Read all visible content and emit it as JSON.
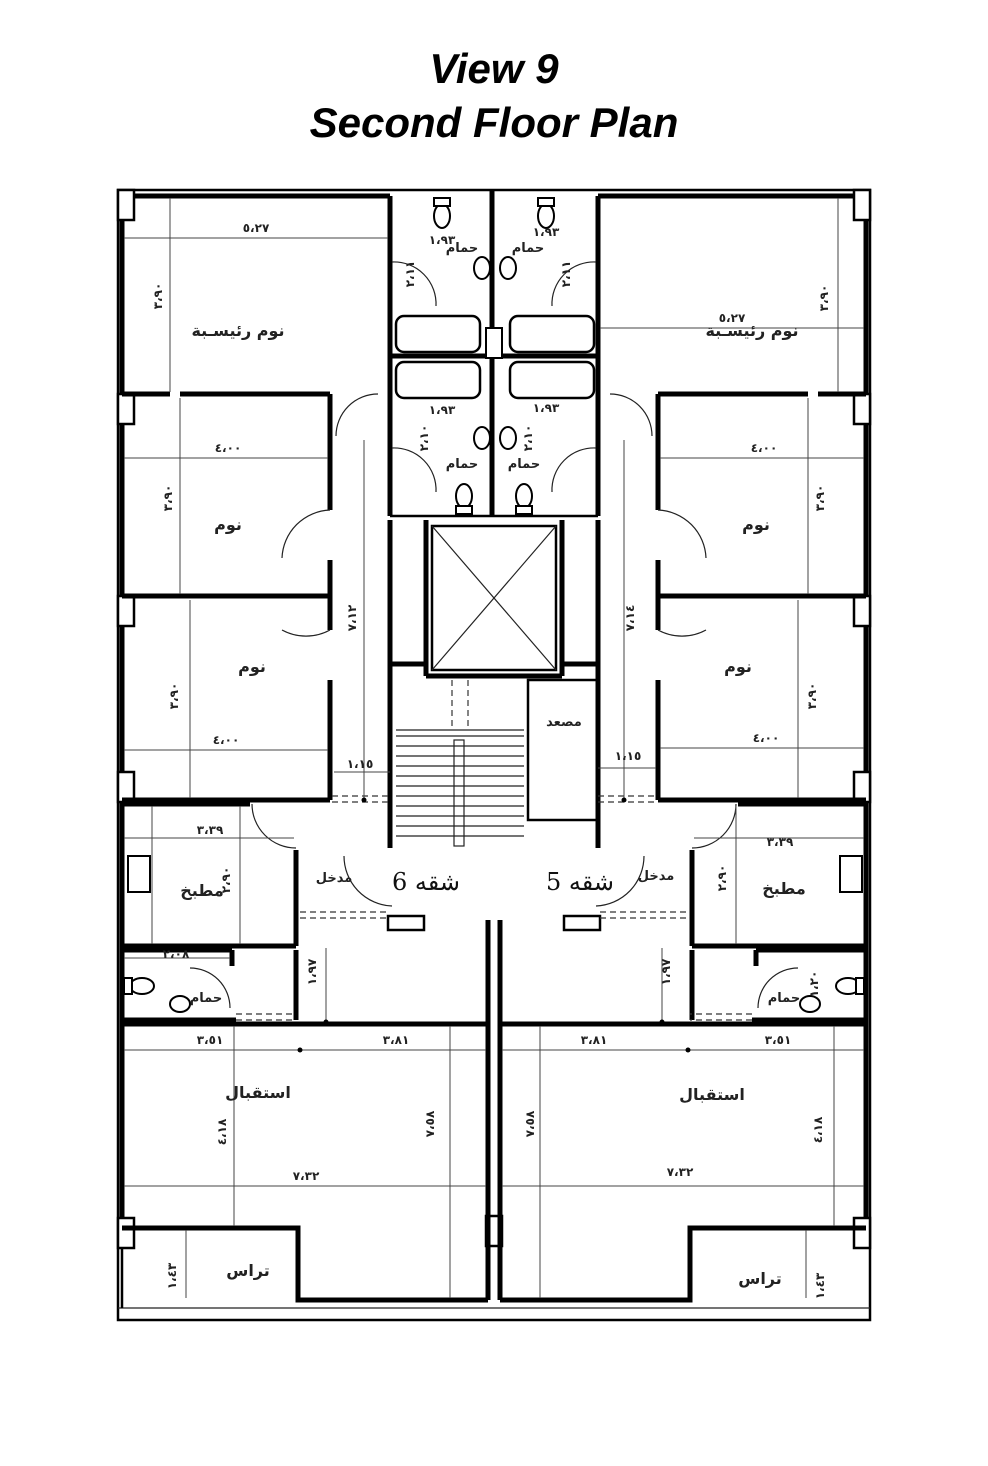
{
  "header": {
    "title": "View 9",
    "subtitle": "Second Floor Plan"
  },
  "rooms": {
    "master_bedroom": "نوم رئيسـبة",
    "bedroom": "نوم",
    "bathroom": "حمام",
    "kitchen": "مطبخ",
    "entrance": "مدخل",
    "reception": "استقبال",
    "terrace": "تراس",
    "elevator": "مصعد"
  },
  "apartments": {
    "apt6": "شقه 6",
    "apt5": "شقه 5"
  },
  "dimensions": {
    "d527": "٥،٢٧",
    "d390": "٣،٩٠",
    "d400": "٤،٠٠",
    "d193": "١،٩٣",
    "d211": "٢،١١",
    "d210": "٢،١٠",
    "d712": "٧،١٢",
    "d714": "٧،١٤",
    "d115": "١،١٥",
    "d339": "٣،٣٩",
    "d290": "٢،٩٠",
    "d208": "٢،٠٨",
    "d197": "١،٩٧",
    "d120": "١،٢٠",
    "d351": "٣،٥١",
    "d381": "٣،٨١",
    "d418": "٤،١٨",
    "d758": "٧،٥٨",
    "d732": "٧،٣٢",
    "d143": "١،٤٣"
  }
}
